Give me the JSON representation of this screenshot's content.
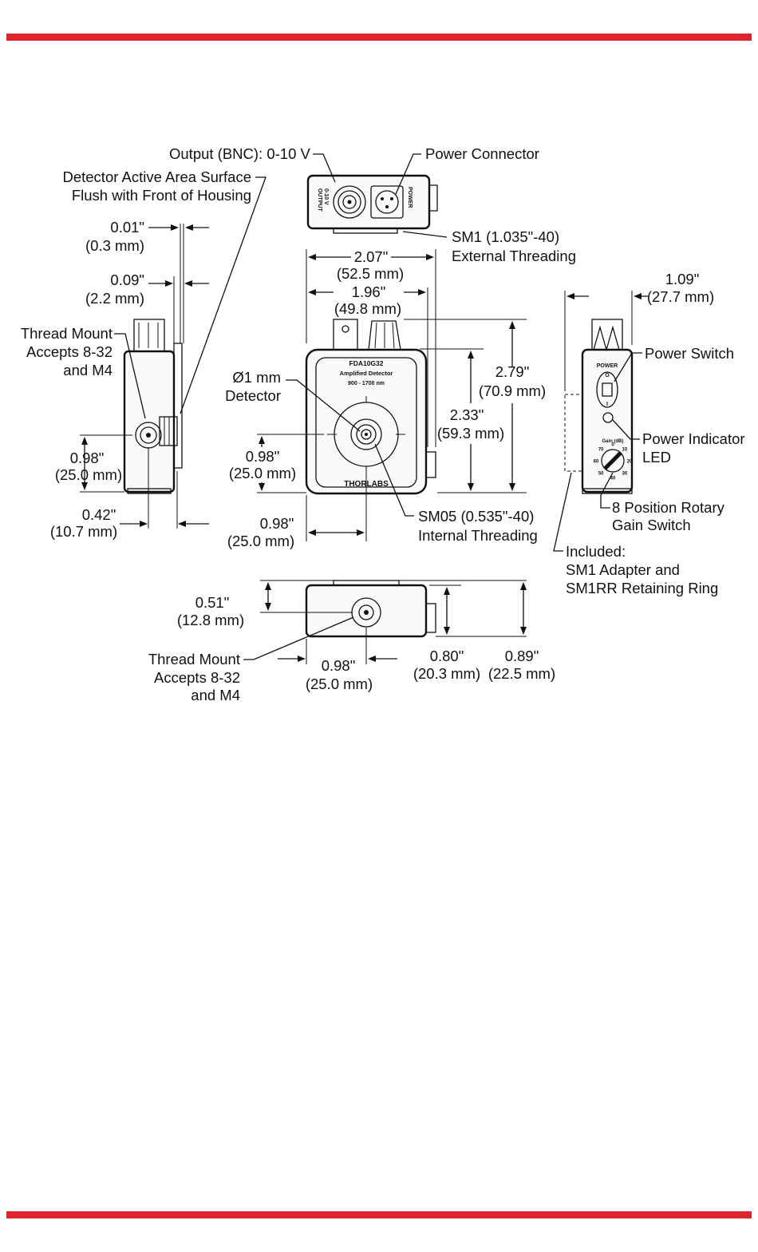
{
  "labels": {
    "output_bnc": "Output (BNC): 0-10 V",
    "power_connector": "Power Connector",
    "detector_active_area_l1": "Detector Active Area Surface",
    "detector_active_area_l2": "Flush with Front of Housing",
    "sm1_l1": "SM1 (1.035\"-40)",
    "sm1_l2": "External Threading",
    "thread_mount_side_l1": "Thread Mount",
    "thread_mount_side_l2": "Accepts 8-32",
    "thread_mount_side_l3": "and M4",
    "detector_dia_l1": "Ø1 mm",
    "detector_dia_l2": "Detector",
    "sm05_l1": "SM05 (0.535\"-40)",
    "sm05_l2": "Internal Threading",
    "power_switch": "Power Switch",
    "power_led_l1": "Power Indicator",
    "power_led_l2": "LED",
    "gain_switch_l1": "8 Position Rotary",
    "gain_switch_l2": "Gain Switch",
    "included_l1": "Included:",
    "included_l2": "SM1 Adapter and",
    "included_l3": "SM1RR Retaining Ring",
    "thread_mount_bottom_l1": "Thread Mount",
    "thread_mount_bottom_l2": "Accepts 8-32",
    "thread_mount_bottom_l3": "and M4"
  },
  "dimensions": {
    "d001": {
      "in": "0.01\"",
      "mm": "(0.3 mm)"
    },
    "d009": {
      "in": "0.09\"",
      "mm": "(2.2 mm)"
    },
    "d098_side": {
      "in": "0.98\"",
      "mm": "(25.0 mm)"
    },
    "d042": {
      "in": "0.42\"",
      "mm": "(10.7 mm)"
    },
    "d207": {
      "in": "2.07\"",
      "mm": "(52.5 mm)"
    },
    "d196": {
      "in": "1.96\"",
      "mm": "(49.8 mm)"
    },
    "d279": {
      "in": "2.79\"",
      "mm": "(70.9 mm)"
    },
    "d233": {
      "in": "2.33\"",
      "mm": "(59.3 mm)"
    },
    "d098_front_v": {
      "in": "0.98\"",
      "mm": "(25.0 mm)"
    },
    "d098_front_h": {
      "in": "0.98\"",
      "mm": "(25.0 mm)"
    },
    "d109": {
      "in": "1.09\"",
      "mm": "(27.7 mm)"
    },
    "d051": {
      "in": "0.51\"",
      "mm": "(12.8 mm)"
    },
    "d098_bottom": {
      "in": "0.98\"",
      "mm": "(25.0 mm)"
    },
    "d080": {
      "in": "0.80\"",
      "mm": "(20.3 mm)"
    },
    "d089": {
      "in": "0.89\"",
      "mm": "(22.5 mm)"
    }
  },
  "device_text": {
    "model": "FDA10G32",
    "type": "Amplified Detector",
    "range": "900 - 1700 nm",
    "brand": "THORLABS",
    "top_output": "OUTPUT",
    "top_output_range": "0-10 V",
    "top_power": "POWER",
    "power_side": "POWER",
    "on": "O",
    "off": "I",
    "gain": "Gain (dB)",
    "gain_ticks": [
      "0",
      "10",
      "20",
      "30",
      "40",
      "50",
      "60",
      "70"
    ]
  },
  "colors": {
    "accent_bar": "#e0262d",
    "ink": "#111111"
  }
}
